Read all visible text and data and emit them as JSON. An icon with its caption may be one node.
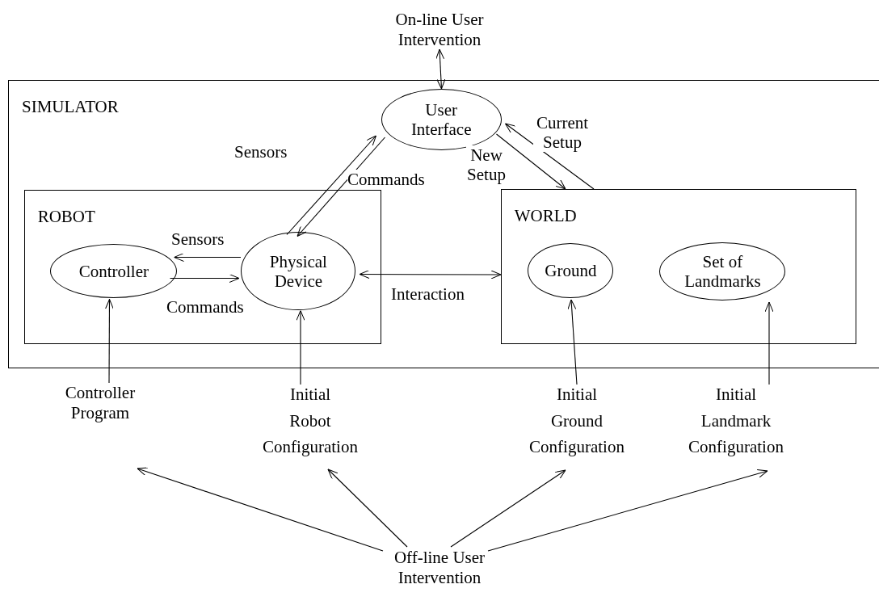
{
  "diagram": {
    "nodes": [
      {
        "text": [
          "On-line User Intervention"
        ]
      },
      {
        "text": [
          "SIMULATOR"
        ]
      },
      {
        "text": [
          "User Interface"
        ],
        "in": 1
      },
      {
        "text": [
          "ROBOT"
        ],
        "in": 1
      },
      {
        "text": [
          "Controller"
        ],
        "in": 3
      },
      {
        "text": [
          "Physical Device"
        ],
        "in": 3
      },
      {
        "text": [
          "WORLD"
        ],
        "in": 1
      },
      {
        "text": [
          "Ground"
        ],
        "in": 6
      },
      {
        "text": [
          "Set of Landmarks"
        ],
        "in": 6
      },
      {
        "text": [
          "Controller Program"
        ]
      },
      {
        "text": [
          "Initial Robot Configuration"
        ]
      },
      {
        "text": [
          "Initial Ground Configuration"
        ]
      },
      {
        "text": [
          "Initial Landmark Configuration"
        ]
      },
      {
        "text": [
          "Off-line User Intervention"
        ]
      }
    ],
    "edges": [
      {
        "from": 0,
        "to": 2,
        "arrow": "both"
      },
      {
        "from": 5,
        "to": 2,
        "arrow": "to",
        "label": "Sensors"
      },
      {
        "from": 2,
        "to": 5,
        "arrow": "to",
        "label": "Commands"
      },
      {
        "from": 2,
        "to": 6,
        "arrow": "to",
        "label": "New Setup"
      },
      {
        "from": 6,
        "to": 2,
        "arrow": "to",
        "label": "Current Setup"
      },
      {
        "from": 5,
        "to": 4,
        "arrow": "to",
        "label": "Sensors"
      },
      {
        "from": 4,
        "to": 5,
        "arrow": "to",
        "label": "Commands"
      },
      {
        "from": 5,
        "to": 6,
        "arrow": "both",
        "label": "Interaction"
      },
      {
        "from": 9,
        "to": 4,
        "arrow": "to"
      },
      {
        "from": 10,
        "to": 5,
        "arrow": "to"
      },
      {
        "from": 11,
        "to": 7,
        "arrow": "to"
      },
      {
        "from": 12,
        "to": 8,
        "arrow": "to"
      },
      {
        "from": 13,
        "to": 9,
        "arrow": "to"
      },
      {
        "from": 13,
        "to": 10,
        "arrow": "to"
      },
      {
        "from": 13,
        "to": 11,
        "arrow": "to"
      },
      {
        "from": 13,
        "to": 12,
        "arrow": "to"
      }
    ]
  }
}
